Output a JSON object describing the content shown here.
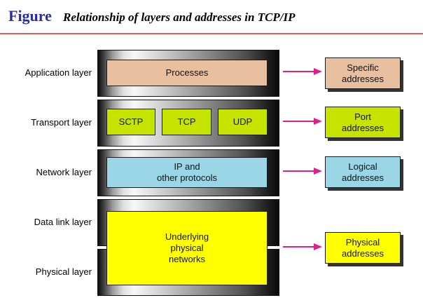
{
  "header": {
    "figure_word": "Figure",
    "title": "Relationship of layers and addresses in TCP/IP"
  },
  "layers": {
    "application": "Application layer",
    "transport": "Transport layer",
    "network": "Network layer",
    "data_link": "Data link layer",
    "physical": "Physical layer"
  },
  "protocols": {
    "processes": "Processes",
    "sctp": "SCTP",
    "tcp": "TCP",
    "udp": "UDP",
    "ip": "IP and\nother protocols",
    "underlying": "Underlying\nphysical\nnetworks"
  },
  "addresses": {
    "specific": "Specific\naddresses",
    "port": "Port\naddresses",
    "logical": "Logical\naddresses",
    "physical": "Physical\naddresses"
  },
  "colors": {
    "application": "#e8bf9f",
    "transport": "#c6e400",
    "network": "#9ad6e6",
    "link": "#ffff00",
    "arrow": "#e0208a",
    "figure_word": "#2b2d9a",
    "title_rule": "#e35a5a"
  }
}
